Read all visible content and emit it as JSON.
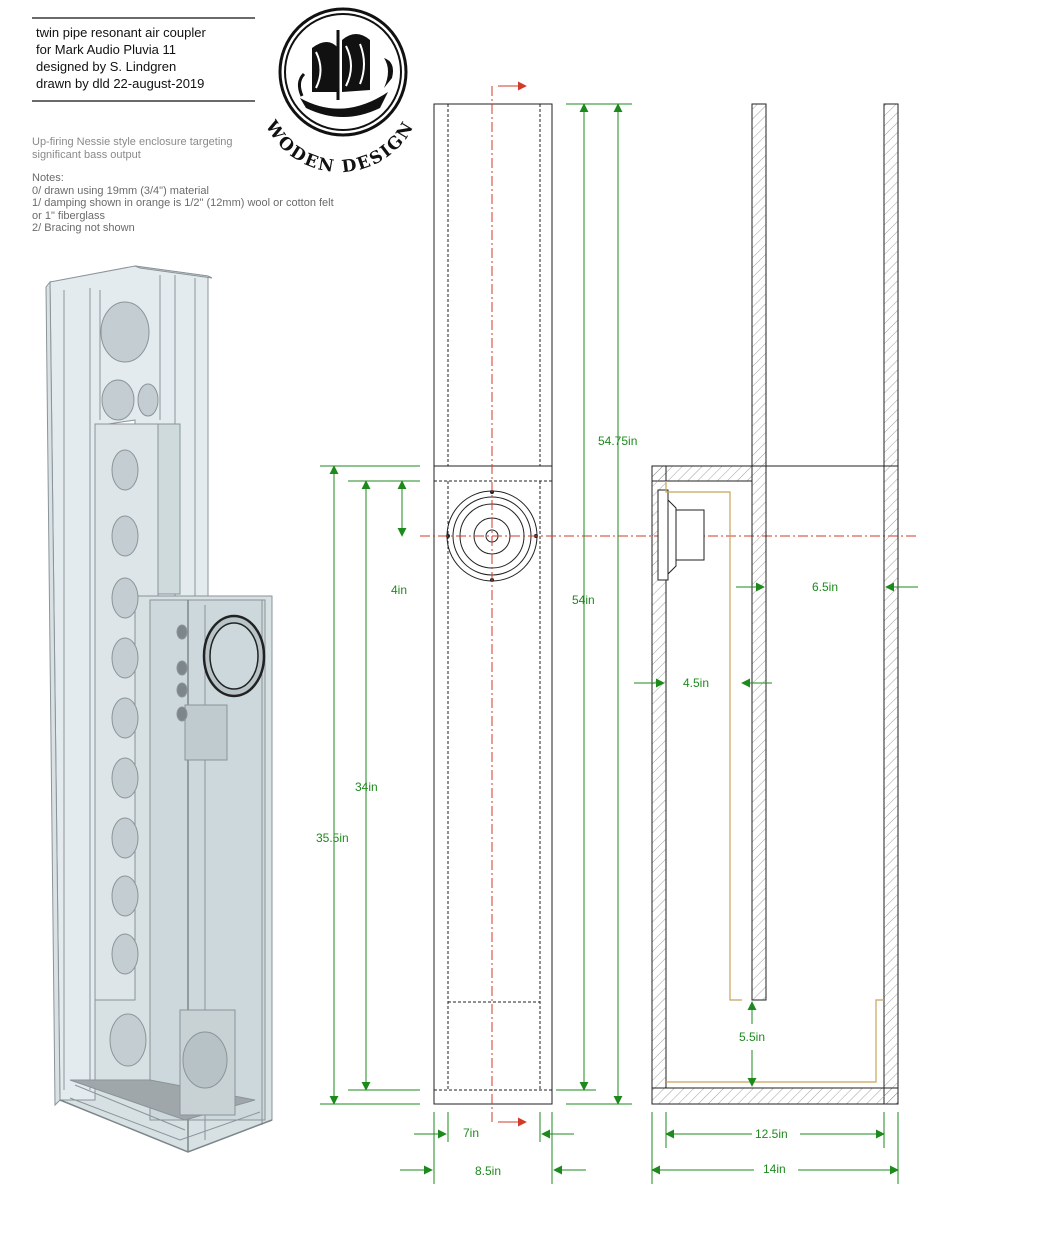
{
  "title_block": {
    "lines": [
      "twin pipe resonant air coupler",
      "for Mark Audio Pluvia 11",
      "designed by S. Lindgren",
      "drawn by dld 22-august-2019"
    ]
  },
  "description": "Up-firing Nessie style enclosure targeting significant bass output",
  "notes": {
    "heading": "Notes:",
    "items": [
      "0/ drawn using 19mm (3/4\") material",
      "1/ damping shown in orange is 1/2\" (12mm) wool or cotton felt",
      "or 1\" fiberglass",
      "2/ Bracing not shown"
    ]
  },
  "logo": {
    "text": "WODEN DESIGN"
  },
  "dimensions": {
    "front_height_total": "54.75in",
    "front_height_outer": "54in",
    "driver_offset": "4in",
    "lower_body_inner": "34in",
    "lower_body_outer": "35.5in",
    "front_inner_width": "7in",
    "front_outer_width": "8.5in",
    "pipe_depth": "6.5in",
    "chamber_depth": "4.5in",
    "bottom_gap": "5.5in",
    "side_inner_depth": "12.5in",
    "side_outer_depth": "14in"
  },
  "colors": {
    "dimension": "#1e8a1e",
    "centerline": "#d23a2a",
    "damping": "#c8a35a",
    "outline": "#222222",
    "panel_fill": "#cdd8dc"
  }
}
